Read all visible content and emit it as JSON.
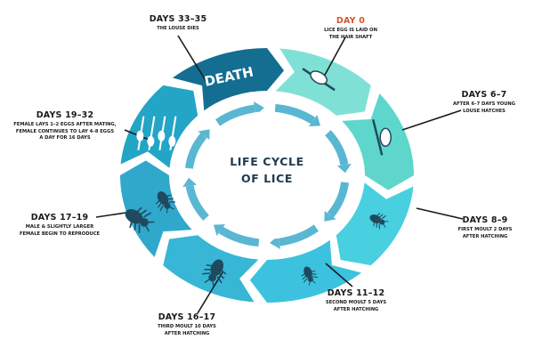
{
  "center": {
    "line1": "LIFE CYCLE",
    "line2": "OF LICE"
  },
  "death_label": "DEATH",
  "stages": [
    {
      "id": "day0",
      "title": "DAY 0",
      "desc_lines": [
        "LICE EGG IS LAID ON",
        "THE HAIR SHAFT"
      ]
    },
    {
      "id": "days6_7",
      "title": "DAYS 6–7",
      "desc_lines": [
        "AFTER 6–7 DAYS YOUNG",
        "LOUSE HATCHES"
      ]
    },
    {
      "id": "days8_9",
      "title": "DAYS 8–9",
      "desc_lines": [
        "FIRST MOULT 2 DAYS",
        "AFTER HATCHING"
      ]
    },
    {
      "id": "days11_12",
      "title": "DAYS 11–12",
      "desc_lines": [
        "SECOND MOULT 5 DAYS",
        "AFTER HATCHING"
      ]
    },
    {
      "id": "days16_17",
      "title": "DAYS 16–17",
      "desc_lines": [
        "THIRD MOULT 10 DAYS",
        "AFTER HATCHING"
      ]
    },
    {
      "id": "days17_19",
      "title": "DAYS 17–19",
      "desc_lines": [
        "MALE & SLIGHTLY LARGER",
        "FEMALE BEGIN TO REPRODUCE"
      ]
    },
    {
      "id": "days19_32",
      "title": "DAYS 19–32",
      "desc_lines": [
        "FEMALE LAYS 1–2 EGGS AFTER MATING,",
        "FEMALE CONTINUES TO LAY 4–8 EGGS",
        "A DAY FOR 16 DAYS"
      ]
    },
    {
      "id": "days33_35",
      "title": "DAYS 33–35",
      "desc_lines": [
        "THE LOUSE DIES"
      ]
    }
  ],
  "colors": {
    "accent": "#d9532b",
    "segments": [
      "#7fe0d6",
      "#5fd6cc",
      "#48cfe0",
      "#3cc2de",
      "#37b6d6",
      "#2fa8cc",
      "#23a5c5",
      "#136e92"
    ],
    "ring": "#5ab7d2",
    "text": "#1a1a1a",
    "icon": "#1f4a5e"
  },
  "icons": [
    "egg-on-hair-icon",
    "hatching-egg-icon",
    "nymph-icon",
    "nymph-icon",
    "louse-icon",
    "louse-pair-icon",
    "eggs-on-hairs-icon",
    "death-label"
  ]
}
